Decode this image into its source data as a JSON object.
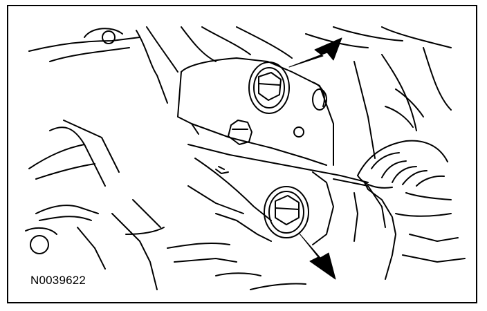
{
  "figure": {
    "id_label": "N0039622"
  },
  "colors": {
    "line": "#000000",
    "background": "#ffffff"
  },
  "callouts": {
    "upper_arrow": {
      "icon": "arrow-icon",
      "points_to": "upper-bolt"
    },
    "lower_arrow": {
      "icon": "arrow-icon",
      "points_to": "lower-bolt"
    }
  }
}
